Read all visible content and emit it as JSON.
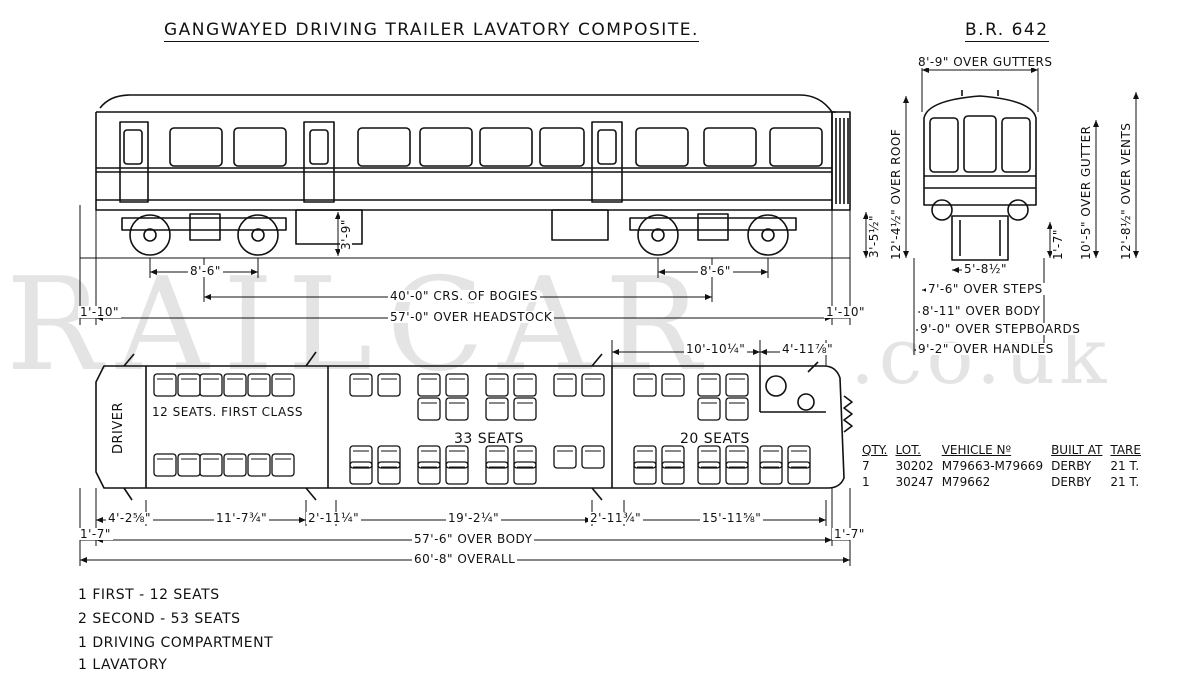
{
  "title": "GANGWAYED DRIVING TRAILER LAVATORY COMPOSITE.",
  "diagram_no": "B.R. 642",
  "watermark": {
    "left": "RAILCAR",
    "right": ".co.uk"
  },
  "side_elevation": {
    "bogie_wheelbase_left": "8'-6\"",
    "bogie_wheelbase_right": "8'-6\"",
    "bogie_centres": "40'-0\" CRS. OF BOGIES",
    "over_headstock": "57'-0\" OVER HEADSTOCK",
    "overhang_left": "1'-10\"",
    "overhang_right": "1'-10\"",
    "tank_height": "3'-9\"",
    "floor_height": "3'-5½\""
  },
  "end_elevation": {
    "over_gutters": "8'-9\" OVER GUTTERS",
    "over_roof": "12'-4½\" OVER ROOF",
    "over_gutter": "10'-5\" OVER GUTTER",
    "over_vents": "12'-8½\" OVER VENTS",
    "buffer_height": "1'-7\"",
    "bogie_width": "5'-8½\"",
    "over_steps": "7'-6\" OVER STEPS",
    "over_body": "8'-11\" OVER BODY",
    "over_stepboards": "9'-0\" OVER STEPBOARDS",
    "over_handles": "9'-2\" OVER HANDLES"
  },
  "plan": {
    "driver": "DRIVER",
    "first_class": "12 SEATS. FIRST CLASS",
    "second_a": "33 SEATS",
    "second_b": "20 SEATS",
    "dim_top_1": "10'-10¼\"",
    "dim_top_2": "4'-11⅞\"",
    "dim_1": "4'-2⅝\"",
    "dim_2": "11'-7¾\"",
    "dim_3": "2'-11¼\"",
    "dim_4": "19'-2¼\"",
    "dim_5": "2'-11¾\"",
    "dim_6": "15'-11⅝\"",
    "over_body": "57'-6\" OVER BODY",
    "overall": "60'-8\" OVERALL",
    "end_left": "1'-7\"",
    "end_right": "1'-7\""
  },
  "lots_table": {
    "headers": [
      "QTY.",
      "LOT.",
      "VEHICLE Nº",
      "BUILT AT",
      "TARE"
    ],
    "rows": [
      [
        "7",
        "30202",
        "M79663-M79669",
        "DERBY",
        "21 T."
      ],
      [
        "1",
        "30247",
        "M79662",
        "DERBY",
        "21 T."
      ]
    ]
  },
  "summary": [
    "1 FIRST - 12 SEATS",
    "2 SECOND - 53 SEATS",
    "1 DRIVING COMPARTMENT",
    "1 LAVATORY"
  ]
}
